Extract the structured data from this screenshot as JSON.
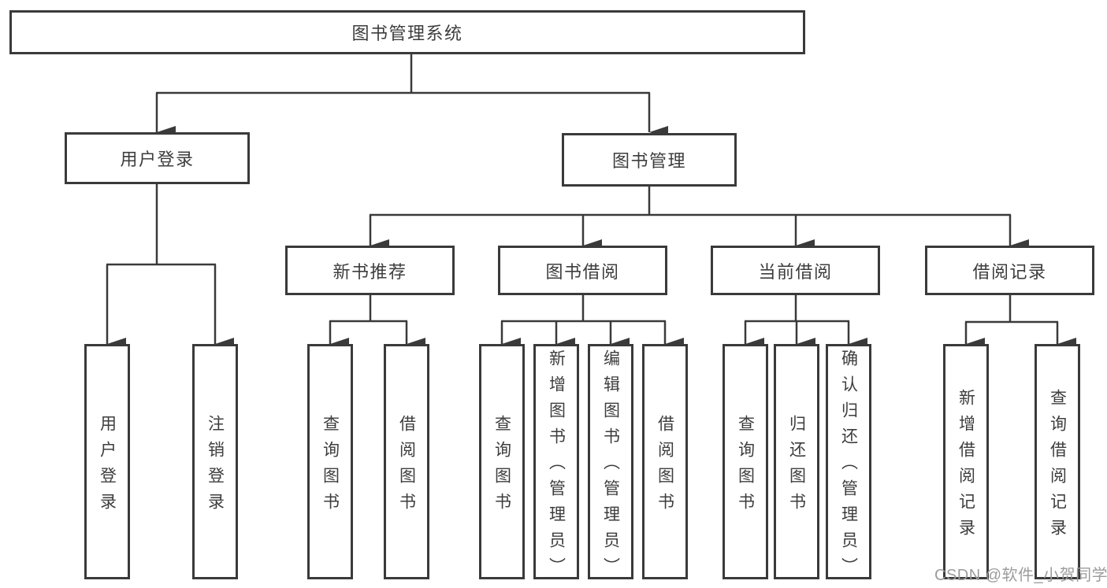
{
  "tree": {
    "label": "图书管理系统",
    "children": [
      {
        "label": "用户登录",
        "children": [
          {
            "label": "用户登录"
          },
          {
            "label": "注销登录"
          }
        ]
      },
      {
        "label": "图书管理",
        "children": [
          {
            "label": "新书推荐",
            "children": [
              {
                "label": "查询图书"
              },
              {
                "label": "借阅图书"
              }
            ]
          },
          {
            "label": "图书借阅",
            "children": [
              {
                "label": "查询图书"
              },
              {
                "label": "新增图书（管理员）"
              },
              {
                "label": "编辑图书（管理员）"
              },
              {
                "label": "借阅图书"
              }
            ]
          },
          {
            "label": "当前借阅",
            "children": [
              {
                "label": "查询图书"
              },
              {
                "label": "归还图书"
              },
              {
                "label": "确认归还（管理员）"
              }
            ]
          },
          {
            "label": "借阅记录",
            "children": [
              {
                "label": "新增借阅记录"
              },
              {
                "label": "查询借阅记录"
              }
            ]
          }
        ]
      }
    ]
  },
  "watermark": {
    "text": "CSDN @软件_小贺同学"
  },
  "colors": {
    "line": "#3a3a3a",
    "box_border": "#3a3a3a",
    "text": "#3d3d3d",
    "watermark": "#9c9c9c",
    "background": "#ffffff"
  }
}
